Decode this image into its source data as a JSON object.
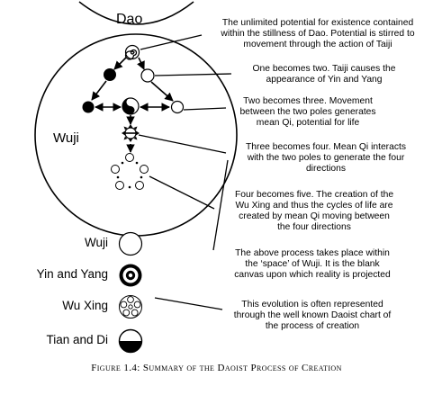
{
  "labels": {
    "dao": "Dao",
    "wuji_big": "Wuji"
  },
  "notes": {
    "n1": [
      "The unlimited potential for existence contained",
      "within the stillness of Dao. Potential is stirred to",
      "movement through the action of Taiji"
    ],
    "n2": [
      "One becomes two. Taiji causes the",
      "appearance of Yin and Yang"
    ],
    "n3": [
      "Two becomes three. Movement",
      "between the two poles generates",
      "mean Qi, potential for life"
    ],
    "n4": [
      "Three becomes four. Mean Qi interacts",
      "with the two poles to generate the four",
      "directions"
    ],
    "n5": [
      "Four becomes five. The creation of the",
      "Wu Xing and thus the cycles of life are",
      "created by mean Qi moving between",
      "the four directions"
    ],
    "n6": [
      "The above process takes place within",
      "the ‘space’ of Wuji. It is the blank",
      "canvas upon which reality is projected"
    ],
    "n7": [
      "This evolution is often represented",
      "through the well known Daoist chart of",
      "the process of creation"
    ]
  },
  "symbols": {
    "wuji": "Wuji",
    "yinyang": "Yin and Yang",
    "wuxing": "Wu Xing",
    "tiandi": "Tian and Di"
  },
  "caption": "Figure 1.4: Summary of the Daoist Process of Creation"
}
